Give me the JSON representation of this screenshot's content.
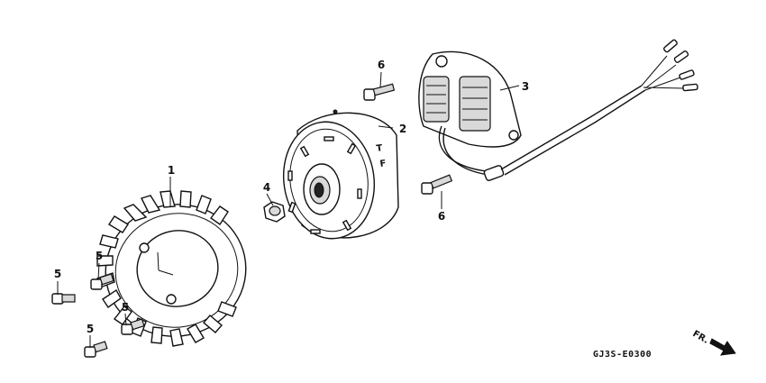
{
  "callouts": {
    "c1": "1",
    "c2": "2",
    "c3": "3",
    "c4": "4",
    "c5a": "5",
    "c5b": "5",
    "c5c": "5",
    "c5d": "5",
    "c6a": "6",
    "c6b": "6"
  },
  "diagram_code": "GJ3S-E0300",
  "flywheel_marks": {
    "t_mark": "T",
    "f_mark": "F"
  },
  "direction_label": "FR."
}
